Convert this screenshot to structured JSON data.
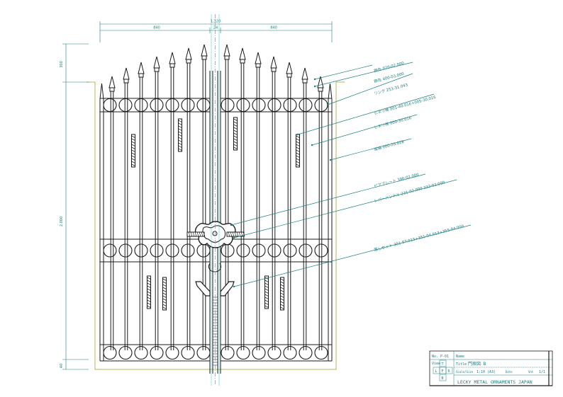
{
  "dimensions": {
    "overall_width": "1,320",
    "left_leaf_width": "840",
    "right_leaf_width": "840",
    "center_gap": "24",
    "top_height": "300",
    "gate_height": "2,000",
    "bottom_height": "40"
  },
  "callouts": [
    "飾先 020-02.000",
    "飾先 400-03.000",
    "リング 253-31.043",
    "ヒネリ棒 001-40.016+005-30.016",
    "ヒネリ棒 000-30.016",
    "縦格 000-20.028",
    "ピアプレート 306-02.000",
    "レバーハンドル 231-02.000 232-02.000",
    "落しセット 301-07.013+351-04.013+355-04.000"
  ],
  "title_block": {
    "drawing_no_label": "No.",
    "drawing_no": "P-01",
    "name_label": "Name",
    "view_label": "View",
    "view_marks": [
      "T",
      "L",
      "F",
      "R",
      "B"
    ],
    "title_label": "Title",
    "title": "門扉図 B",
    "scale_label": "Scale/Size",
    "scale": "1:10 (A3)",
    "date_label": "Date",
    "sheet_label": "Sht",
    "sheet": "1/1",
    "company": "LECKY METAL ORNAMENTS JAPAN"
  },
  "colors": {
    "line": "#1a1a1a",
    "dimension": "#1a7f7f",
    "centerline": "#33c6d6",
    "wall": "#b8b45a"
  }
}
